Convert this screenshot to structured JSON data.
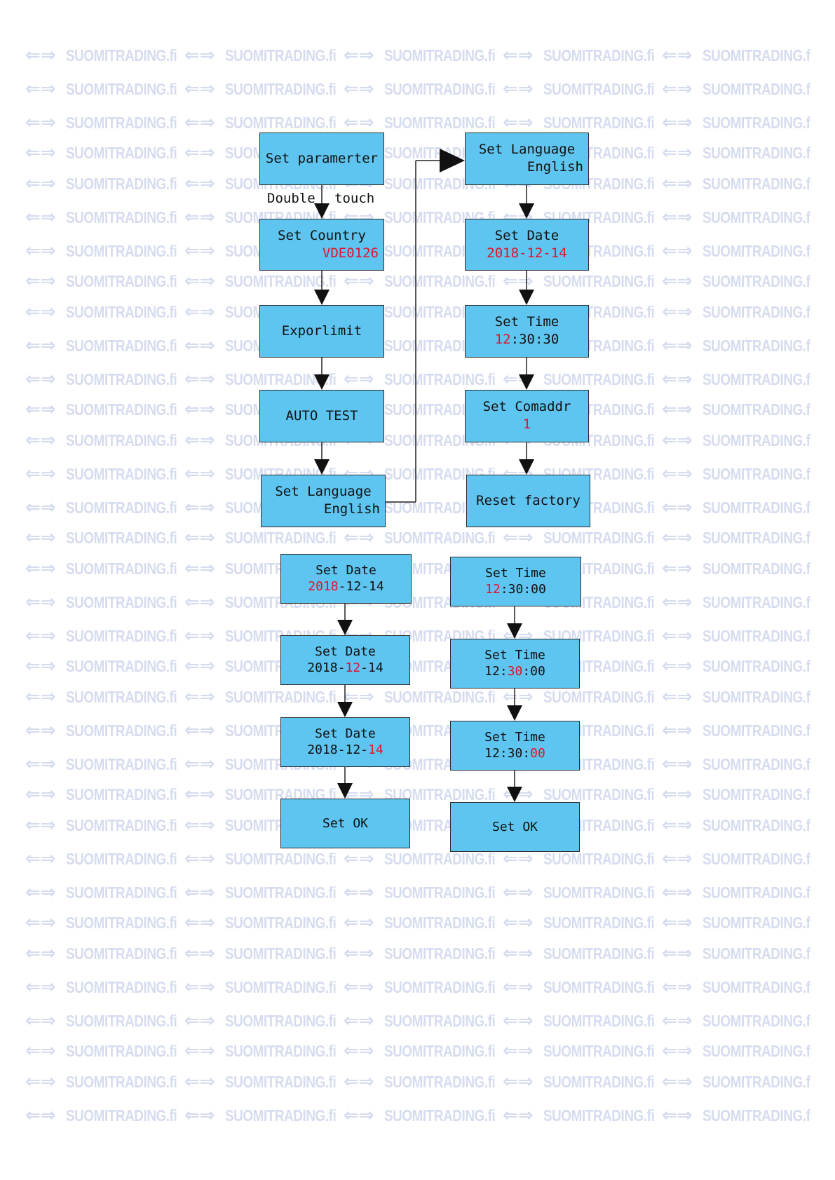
{
  "watermark": {
    "logo_glyph": "⇐⇒",
    "brand": "SUOMITRADING.fi"
  },
  "top_flow": {
    "set_parameter": "Set paramerter",
    "double_label": "Double",
    "touch_label": "touch",
    "set_country": {
      "line1": "Set Country",
      "value": "VDE0126"
    },
    "exporlimit": "Exporlimit",
    "auto_test": "AUTO TEST",
    "set_language_left": {
      "line1": "Set Language",
      "line2": "English"
    },
    "set_language_right": {
      "line1": "Set Language",
      "line2": "English"
    },
    "set_date": {
      "line1": "Set Date",
      "value": "2018-12-14"
    },
    "set_time": {
      "line1": "Set Time",
      "hour": "12",
      "rest": ":30:30"
    },
    "set_comaddr": {
      "line1": "Set Comaddr",
      "value": "1"
    },
    "reset_factory": "Reset factory"
  },
  "date_flow": {
    "step1": {
      "line1": "Set Date",
      "year": "2018",
      "rest": "-12-14"
    },
    "step2": {
      "line1": "Set Date",
      "year": "2018-",
      "month": "12",
      "rest": "-14"
    },
    "step3": {
      "line1": "Set Date",
      "year": "2018-12-",
      "day": "14"
    },
    "ok": "Set OK"
  },
  "time_flow": {
    "step1": {
      "line1": "Set Time",
      "hour": "12",
      "rest": ":30:00"
    },
    "step2": {
      "line1": "Set Time",
      "hour": "12:",
      "minute": "30",
      "rest": ":00"
    },
    "step3": {
      "line1": "Set Time",
      "hour": "12:30:",
      "second": "00"
    },
    "ok": "Set OK"
  },
  "colors": {
    "node_fill": "#5ec5f0",
    "highlight": "#e0132a",
    "watermark": "#d6dcef"
  }
}
